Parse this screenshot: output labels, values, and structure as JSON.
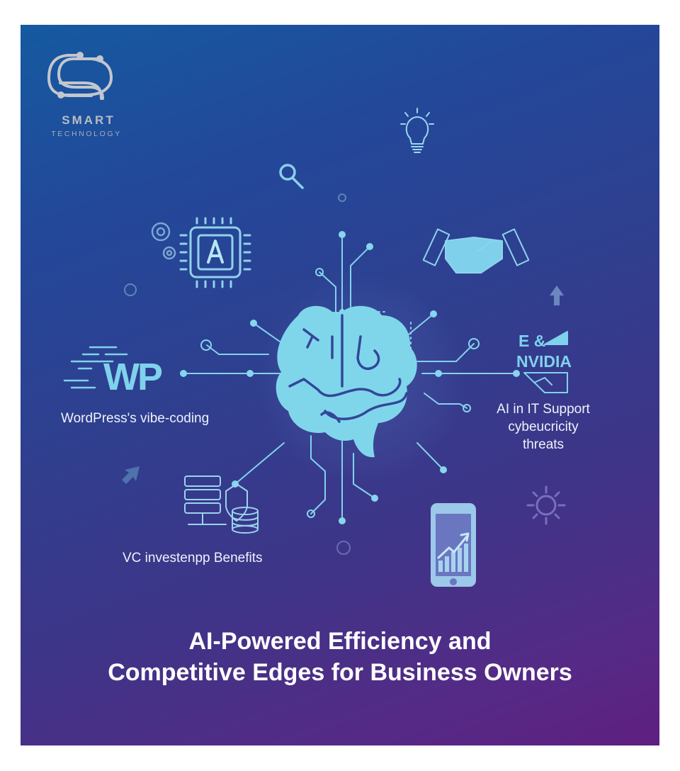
{
  "brand": {
    "name": "SMART",
    "tagline": "TECHNOLOGY",
    "logo_icon": "circuit-s-logo-icon"
  },
  "colors": {
    "gradient_top": "#155aa0",
    "gradient_bottom": "#5f1f80",
    "accent_cyan": "#7fd2ec",
    "text": "#eef2fb"
  },
  "center": {
    "icon": "brain-circuit-icon"
  },
  "nodes": [
    {
      "id": "wordpress",
      "icon": "wordpress-wp-icon",
      "mark": "WP",
      "label": "WordPress's vibe-coding"
    },
    {
      "id": "ai-chip",
      "icon": "ai-chip-icon",
      "mark": "A"
    },
    {
      "id": "partnership",
      "icon": "handshake-icon"
    },
    {
      "id": "nvidia",
      "icon": "envelope-icon",
      "mark_line1": "E &",
      "mark_line2": "NVIDIA",
      "label_lines": [
        "AI in IT Support",
        "cybeucricity",
        "threats"
      ]
    },
    {
      "id": "vc",
      "icon": "server-shield-database-icon",
      "label": "VC investenpp Benefits"
    },
    {
      "id": "mobile",
      "icon": "phone-growth-chart-icon"
    }
  ],
  "decorations": [
    "lightbulb-icon",
    "magnifier-icon",
    "gears-icon",
    "sun-icon",
    "arrow-up-icon",
    "arrow-diagonal-icon"
  ],
  "headline": {
    "line1": "AI-Powered Efficiency and",
    "line2": "Competitive Edges for Business Owners"
  }
}
